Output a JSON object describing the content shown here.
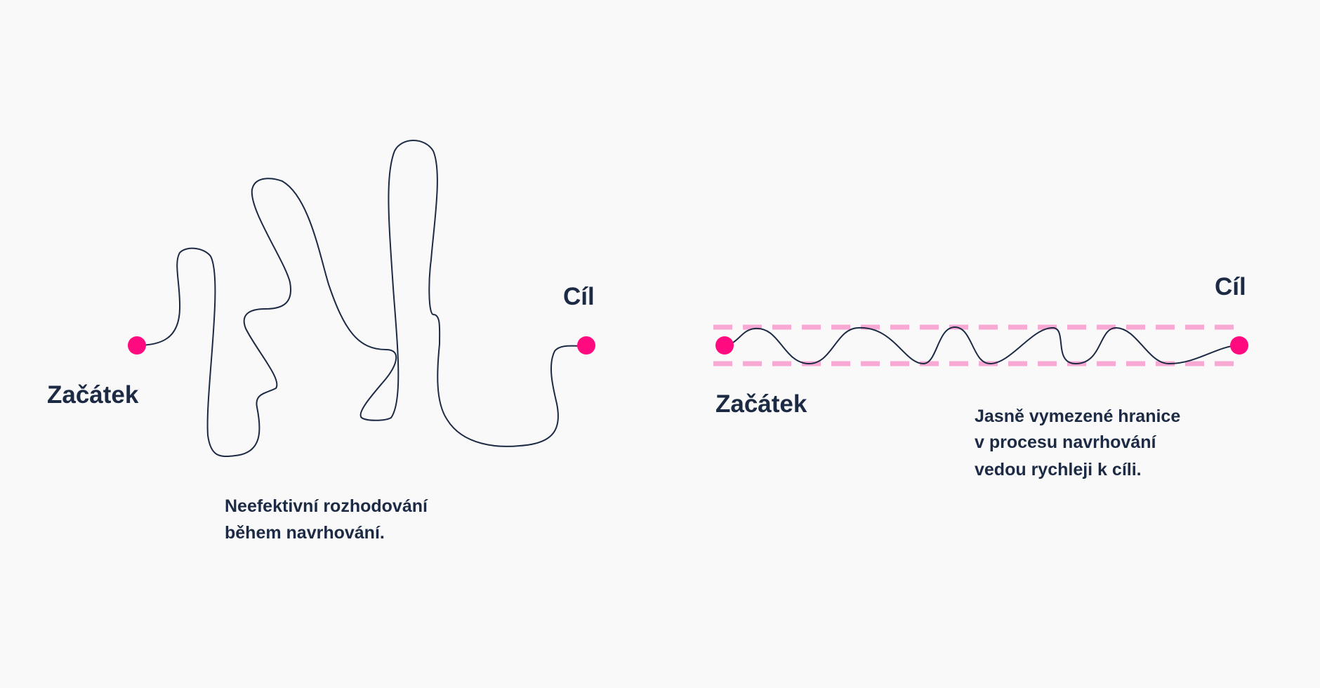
{
  "colors": {
    "background": "#f9f9fa",
    "ink": "#1c2a44",
    "accent": "#ff0a7f",
    "boundary": "#f7a8d3"
  },
  "left": {
    "start_label": "Začátek",
    "goal_label": "Cíl",
    "caption_line1": "Neefektivní rozhodování",
    "caption_line2": "během navrhování."
  },
  "right": {
    "start_label": "Začátek",
    "goal_label": "Cíl",
    "caption_line1": "Jasně vymezené hranice",
    "caption_line2": "v procesu navrhování",
    "caption_line3": "vedou rychleji k cíli."
  }
}
